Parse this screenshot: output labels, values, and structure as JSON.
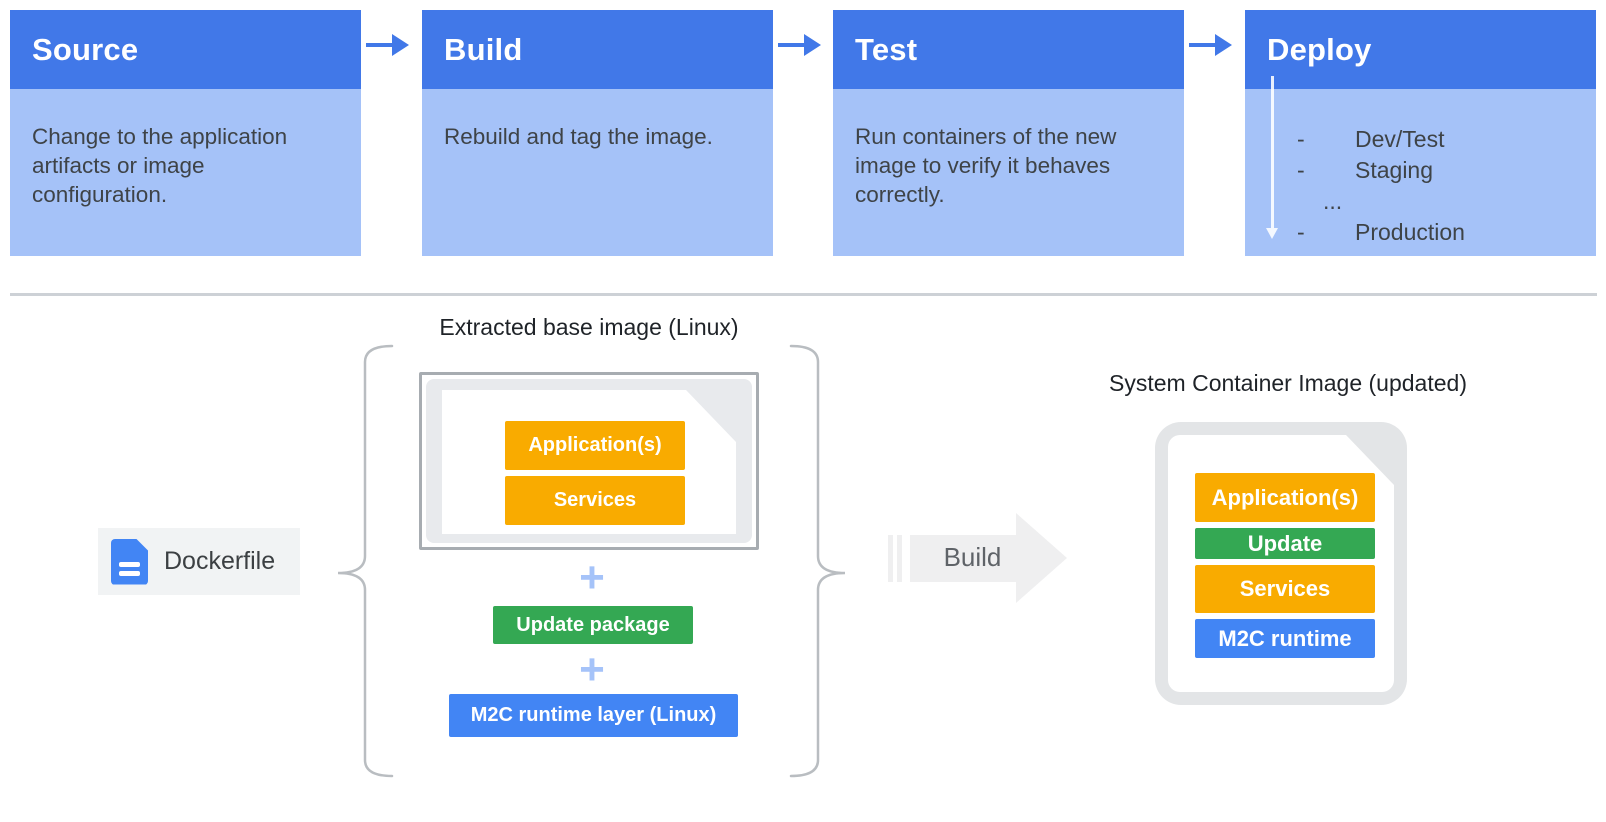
{
  "pipeline": {
    "stages": [
      {
        "title": "Source",
        "description": "Change to the application artifacts or image configuration."
      },
      {
        "title": "Build",
        "description": "Rebuild and tag the image."
      },
      {
        "title": "Test",
        "description": "Run containers of the new image to verify it behaves correctly."
      },
      {
        "title": "Deploy",
        "items": [
          {
            "bullet": "-",
            "label": "Dev/Test"
          },
          {
            "bullet": "-",
            "label": "Staging"
          },
          {
            "bullet": "",
            "label": "..."
          },
          {
            "bullet": "-",
            "label": "Production"
          }
        ]
      }
    ]
  },
  "build_flow": {
    "dockerfile": {
      "label": "Dockerfile"
    },
    "extracted_base_image": {
      "title": "Extracted base image (Linux)",
      "layers": [
        {
          "label": "Application(s)",
          "color": "#F9AB00"
        },
        {
          "label": "Services",
          "color": "#F9AB00"
        }
      ]
    },
    "plus_sign": "+",
    "update_package_label": "Update package",
    "runtime_layer_label": "M2C runtime layer (Linux)",
    "build_arrow_label": "Build",
    "system_container_image": {
      "title": "System Container Image (updated)",
      "layers": [
        {
          "label": "Application(s)",
          "color": "#F9AB00"
        },
        {
          "label": "Update",
          "color": "#34A853"
        },
        {
          "label": "Services",
          "color": "#F9AB00"
        },
        {
          "label": "M2C runtime",
          "color": "#4285F4"
        }
      ]
    }
  },
  "colors": {
    "stage_header_blue": "#4178E8",
    "stage_body_blue": "#A5C2F8",
    "flow_arrow_blue": "#4178E8",
    "layer_yellow": "#F9AB00",
    "layer_green": "#34A853",
    "layer_blue": "#4285F4",
    "plus_blue": "#A5C3F9",
    "document_gray": "#E8EAED",
    "build_arrow_gray": "#EFEFF0",
    "divider_gray": "#CDD1D6",
    "text_dark": "#3E4347"
  }
}
